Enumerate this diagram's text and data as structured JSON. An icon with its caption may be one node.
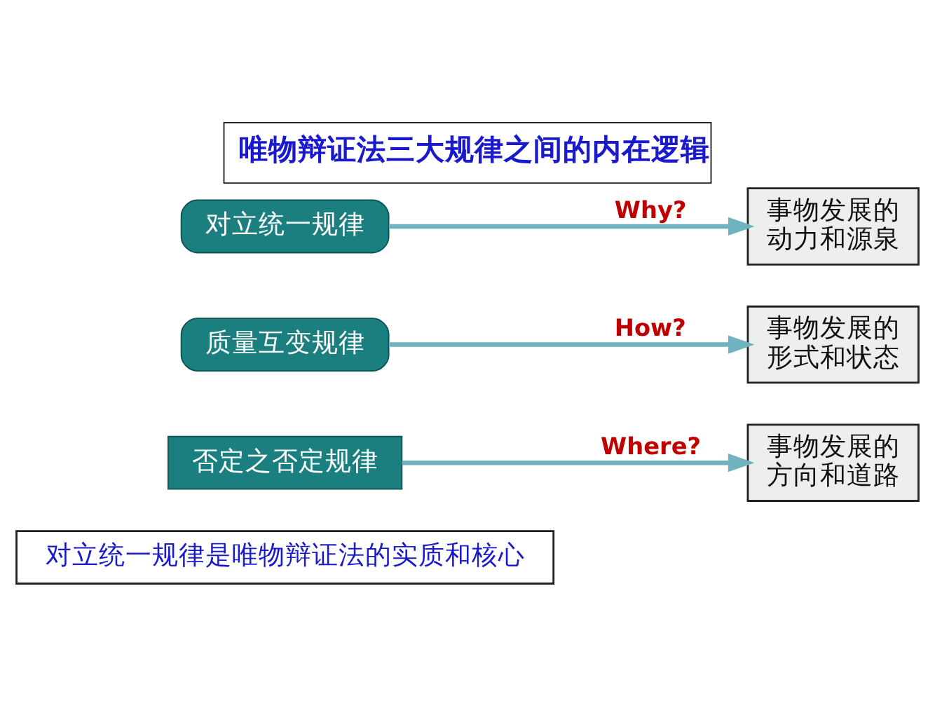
{
  "diagram": {
    "title": "唯物辩证法三大规律之间的内在逻辑",
    "nodes": [
      {
        "text": [
          "对立统一规律"
        ]
      },
      {
        "text": [
          "质量互变规律"
        ]
      },
      {
        "text": [
          "否定之否定规律"
        ]
      },
      {
        "text": [
          "事物发展的动力和源泉"
        ]
      },
      {
        "text": [
          "事物发展的形式和状态"
        ]
      },
      {
        "text": [
          "事物发展的方向和道路"
        ]
      },
      {
        "text": [
          "对立统一规律是唯物辩证法的实质和核心"
        ]
      }
    ],
    "edges": [
      {
        "from": 0,
        "to": 3,
        "arrow": "to",
        "label": "Why?"
      },
      {
        "from": 1,
        "to": 4,
        "arrow": "to",
        "label": "How?"
      },
      {
        "from": 2,
        "to": 5,
        "arrow": "to",
        "label": "Where?"
      }
    ]
  }
}
